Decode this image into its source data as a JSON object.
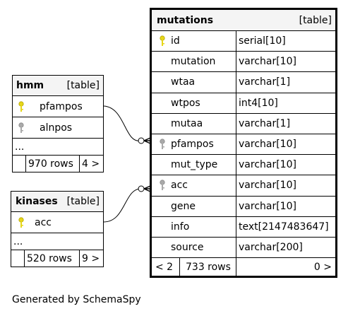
{
  "hmm": {
    "name": "hmm",
    "type": "[table]",
    "columns": [
      {
        "name": "pfampos",
        "key": "primary"
      },
      {
        "name": "alnpos",
        "key": "foreign"
      }
    ],
    "ellipsis": "...",
    "rows": "970 rows",
    "children": "4 >"
  },
  "kinases": {
    "name": "kinases",
    "type": "[table]",
    "columns": [
      {
        "name": "acc",
        "key": "primary"
      }
    ],
    "ellipsis": "...",
    "rows": "520 rows",
    "children": "9 >"
  },
  "mutations": {
    "name": "mutations",
    "type": "[table]",
    "columns": [
      {
        "name": "id",
        "datatype": "serial[10]",
        "key": "primary"
      },
      {
        "name": "mutation",
        "datatype": "varchar[10]"
      },
      {
        "name": "wtaa",
        "datatype": "varchar[1]"
      },
      {
        "name": "wtpos",
        "datatype": "int4[10]"
      },
      {
        "name": "mutaa",
        "datatype": "varchar[1]"
      },
      {
        "name": "pfampos",
        "datatype": "varchar[10]",
        "key": "foreign"
      },
      {
        "name": "mut_type",
        "datatype": "varchar[10]"
      },
      {
        "name": "acc",
        "datatype": "varchar[10]",
        "key": "foreign"
      },
      {
        "name": "gene",
        "datatype": "varchar[10]"
      },
      {
        "name": "info",
        "datatype": "text[2147483647]"
      },
      {
        "name": "source",
        "datatype": "varchar[200]"
      }
    ],
    "parents": "< 2",
    "rows": "733 rows",
    "children": "0 >"
  },
  "colors": {
    "primary_key": "#e6d619",
    "foreign_key": "#aaaaaa"
  },
  "footer": "Generated by SchemaSpy"
}
